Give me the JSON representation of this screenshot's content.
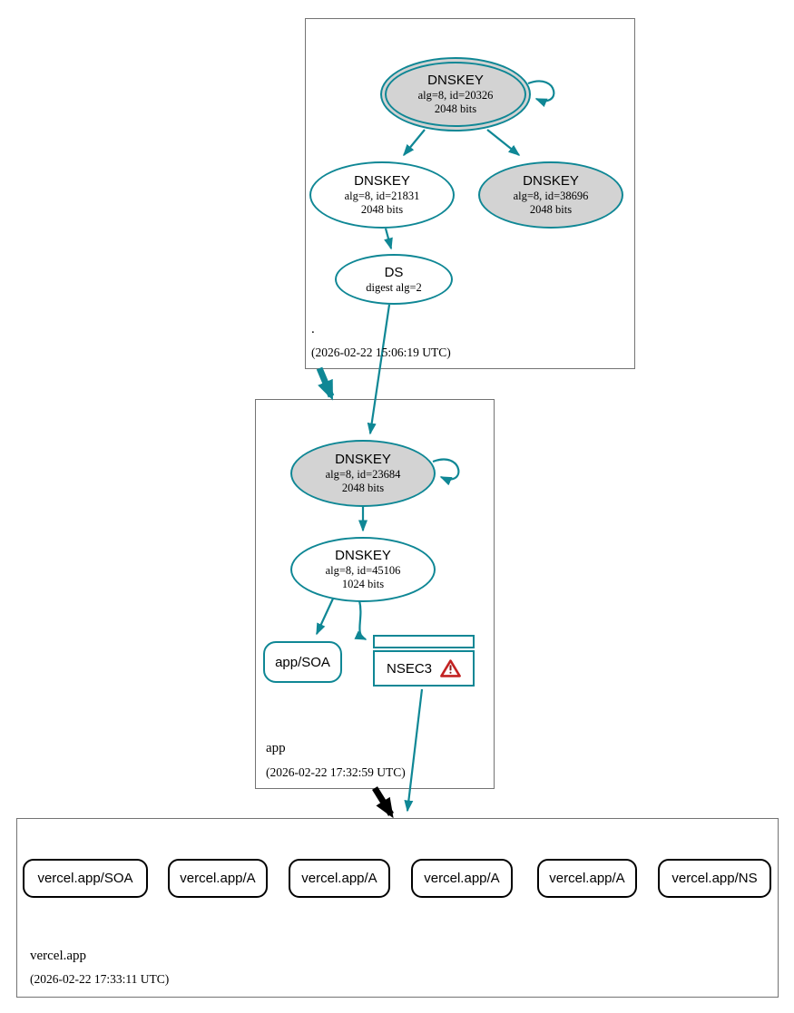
{
  "colors": {
    "edge_teal": "#0f8795",
    "edge_black": "#000000",
    "node_fill_gray": "#d3d3d3",
    "node_fill_white": "#ffffff",
    "warning_red": "#c32222",
    "zone_box_border": "#737373"
  },
  "zones": {
    "root": {
      "name": ".",
      "timestamp": "(2026-02-22 15:06:19 UTC)"
    },
    "app": {
      "name": "app",
      "timestamp": "(2026-02-22 17:32:59 UTC)"
    },
    "vercel_app": {
      "name": "vercel.app",
      "timestamp": "(2026-02-22 17:33:11 UTC)"
    }
  },
  "nodes": {
    "root_ksk": {
      "type": "DNSKEY",
      "line2": "alg=8, id=20326",
      "line3": "2048 bits"
    },
    "root_zsk": {
      "type": "DNSKEY",
      "line2": "alg=8, id=21831",
      "line3": "2048 bits"
    },
    "root_dnskey_38696": {
      "type": "DNSKEY",
      "line2": "alg=8, id=38696",
      "line3": "2048 bits"
    },
    "root_ds": {
      "type": "DS",
      "line2": "digest alg=2"
    },
    "app_ksk": {
      "type": "DNSKEY",
      "line2": "alg=8, id=23684",
      "line3": "2048 bits"
    },
    "app_zsk": {
      "type": "DNSKEY",
      "line2": "alg=8, id=45106",
      "line3": "1024 bits"
    },
    "app_soa": {
      "label": "app/SOA"
    },
    "app_nsec3": {
      "label": "NSEC3"
    }
  },
  "rrsets": [
    "vercel.app/SOA",
    "vercel.app/A",
    "vercel.app/A",
    "vercel.app/A",
    "vercel.app/A",
    "vercel.app/NS"
  ]
}
